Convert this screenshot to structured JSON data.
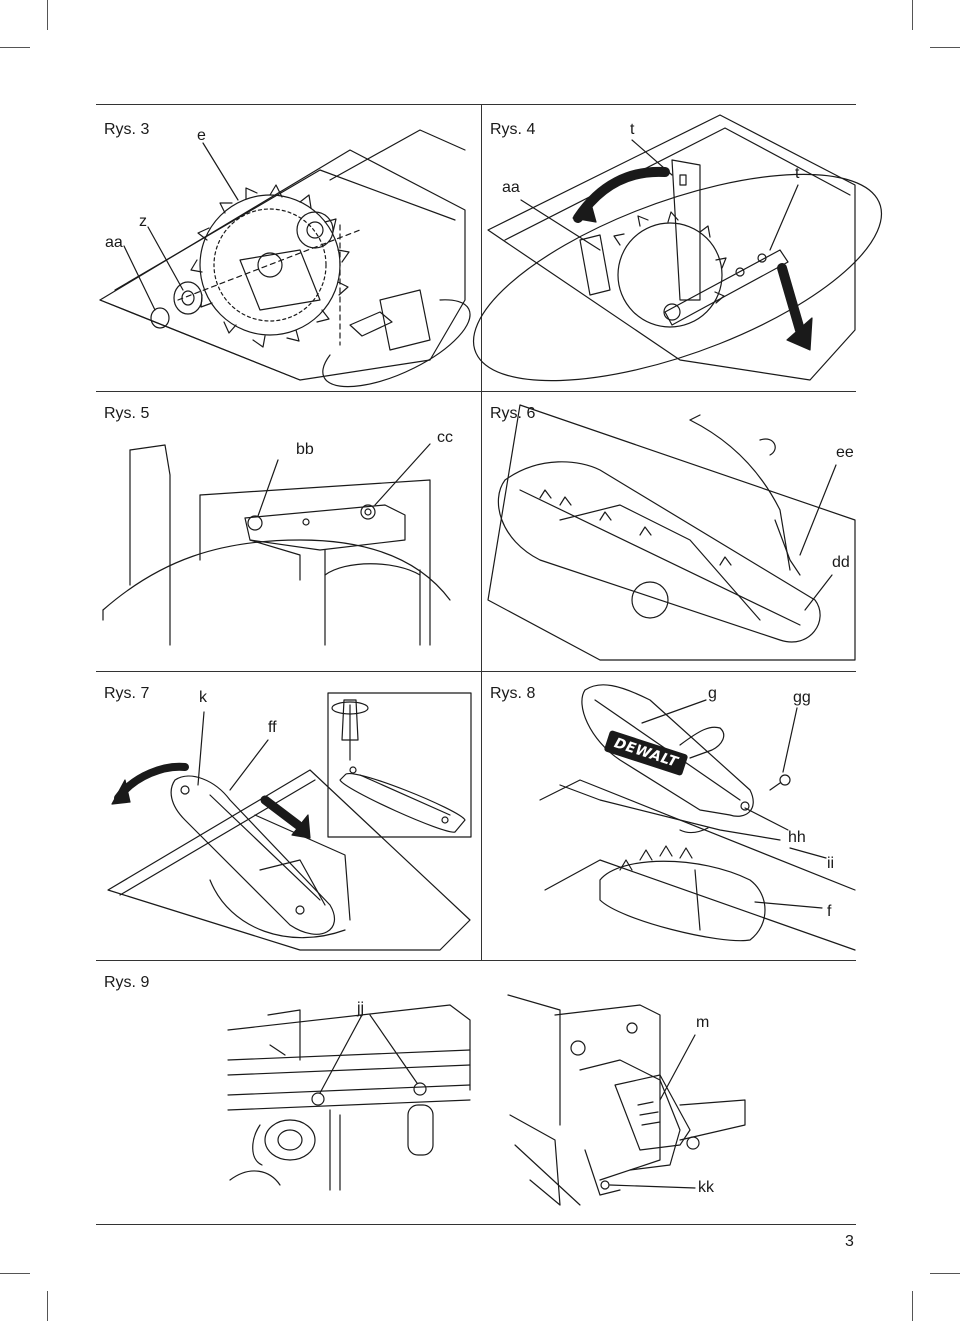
{
  "page_number": "3",
  "figures": {
    "rys3": {
      "title": "Rys. 3",
      "labels": {
        "e": "e",
        "z": "z",
        "aa": "aa"
      }
    },
    "rys4": {
      "title": "Rys. 4",
      "labels": {
        "t1": "t",
        "aa": "aa",
        "t2": "t"
      }
    },
    "rys5": {
      "title": "Rys. 5",
      "labels": {
        "bb": "bb",
        "cc": "cc"
      }
    },
    "rys6": {
      "title": "Rys. 6",
      "labels": {
        "ee": "ee",
        "dd": "dd"
      }
    },
    "rys7": {
      "title": "Rys. 7",
      "labels": {
        "k": "k",
        "ff": "ff"
      }
    },
    "rys8": {
      "title": "Rys. 8",
      "labels": {
        "g": "g",
        "gg": "gg",
        "hh": "hh",
        "ii": "ii",
        "f": "f"
      }
    },
    "rys9": {
      "title": "Rys. 9",
      "labels": {
        "jj": "jj",
        "m": "m",
        "kk": "kk"
      }
    }
  },
  "brand_logo": "DEWALT",
  "colors": {
    "ink": "#1a1a1a",
    "rule": "#333333",
    "paper": "#ffffff"
  }
}
